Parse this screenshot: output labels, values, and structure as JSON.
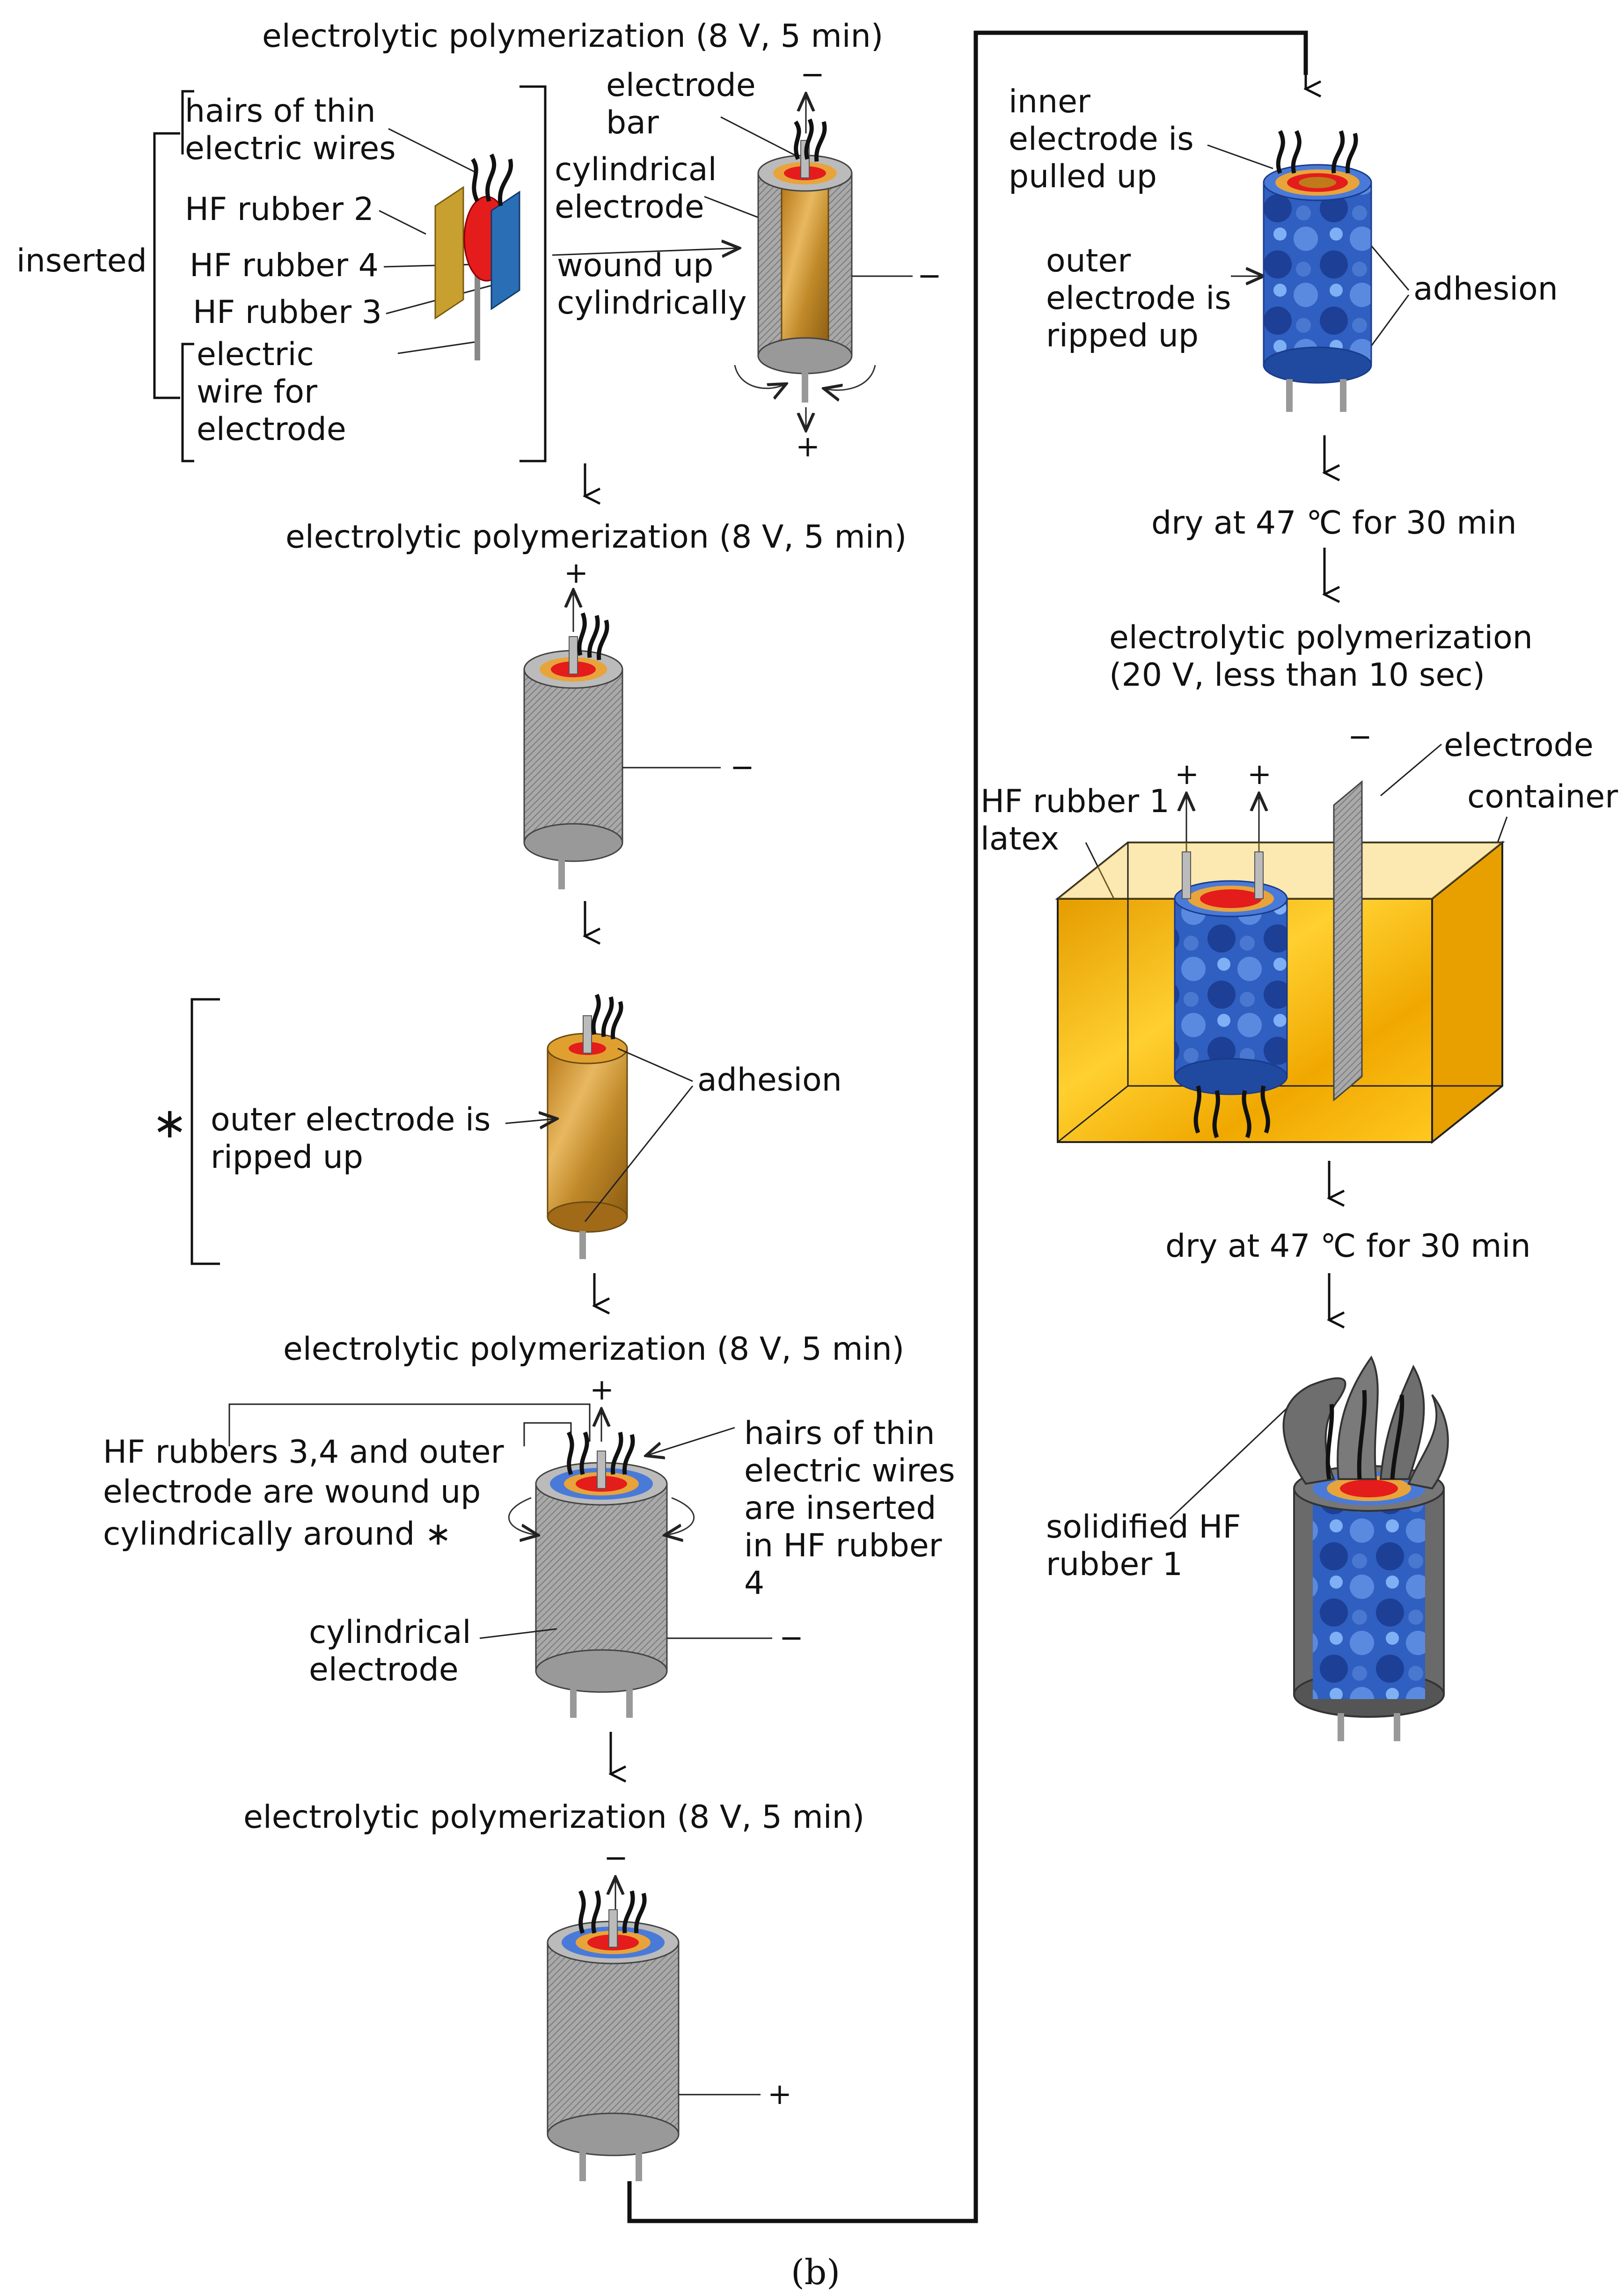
{
  "caption": "(b)",
  "left_column": {
    "step1": {
      "title": "electrolytic polymerization (8 V, 5 min)",
      "inserted": "inserted",
      "hairs_line1": "hairs of thin",
      "hairs_line2": "electric wires",
      "hf2": "HF rubber 2",
      "hf4": "HF rubber 4",
      "hf3": "HF rubber 3",
      "wire_line1": "electric",
      "wire_line2": "wire for",
      "wire_line3": "electrode",
      "bar_line1": "electrode",
      "bar_line2": "bar",
      "cyl_line1": "cylindrical",
      "cyl_line2": "electrode",
      "wound_line1": "wound up",
      "wound_line2": "cylindrically",
      "minus_top": "−",
      "minus_side": "−",
      "plus_bottom": "+"
    },
    "step2": {
      "title": "electrolytic polymerization (8 V, 5 min)",
      "plus_top": "+",
      "minus_side": "−"
    },
    "step3": {
      "star": "∗",
      "ripped_line1": "outer electrode is",
      "ripped_line2": "ripped up",
      "adhesion": "adhesion"
    },
    "step4": {
      "title": "electrolytic polymerization (8 V, 5 min)",
      "plus_top": "+",
      "wound_line1": "HF rubbers 3,4 and outer",
      "wound_line2": "electrode are wound up",
      "wound_line3": "cylindrically around ∗",
      "hairs_line1": "hairs of thin",
      "hairs_line2": "electric wires",
      "hairs_line3": "are inserted",
      "hairs_line4": "in HF rubber",
      "hairs_line5": "4",
      "cyl_line1": "cylindrical",
      "cyl_line2": "electrode",
      "minus_side": "−"
    },
    "step5": {
      "title": "electrolytic polymerization (8 V, 5 min)",
      "minus_top": "−",
      "plus_side": "+"
    }
  },
  "right_column": {
    "step6": {
      "inner_line1": "inner",
      "inner_line2": "electrode is",
      "inner_line3": "pulled up",
      "outer_line1": "outer",
      "outer_line2": "electrode is",
      "outer_line3": "ripped up",
      "adhesion": "adhesion"
    },
    "dry1": "dry at 47 ℃ for 30 min",
    "step7": {
      "title_line1": "electrolytic polymerization",
      "title_line2": "(20 V, less than 10 sec)",
      "minus_top": "−",
      "electrode": "electrode",
      "container": "container",
      "latex_line1": "HF rubber 1",
      "latex_line2": "latex",
      "plus1": "+",
      "plus2": "+"
    },
    "dry2": "dry at 47 ℃ for 30 min",
    "step8": {
      "solid_line1": "solidified HF",
      "solid_line2": "rubber 1"
    }
  },
  "colors": {
    "gray_electrode": "#9a9a9a",
    "gold_rubber": "#d4a032",
    "blue_rubber": "#2f5fb8",
    "red_rubber": "#e02020",
    "latex": "#f2b400"
  }
}
